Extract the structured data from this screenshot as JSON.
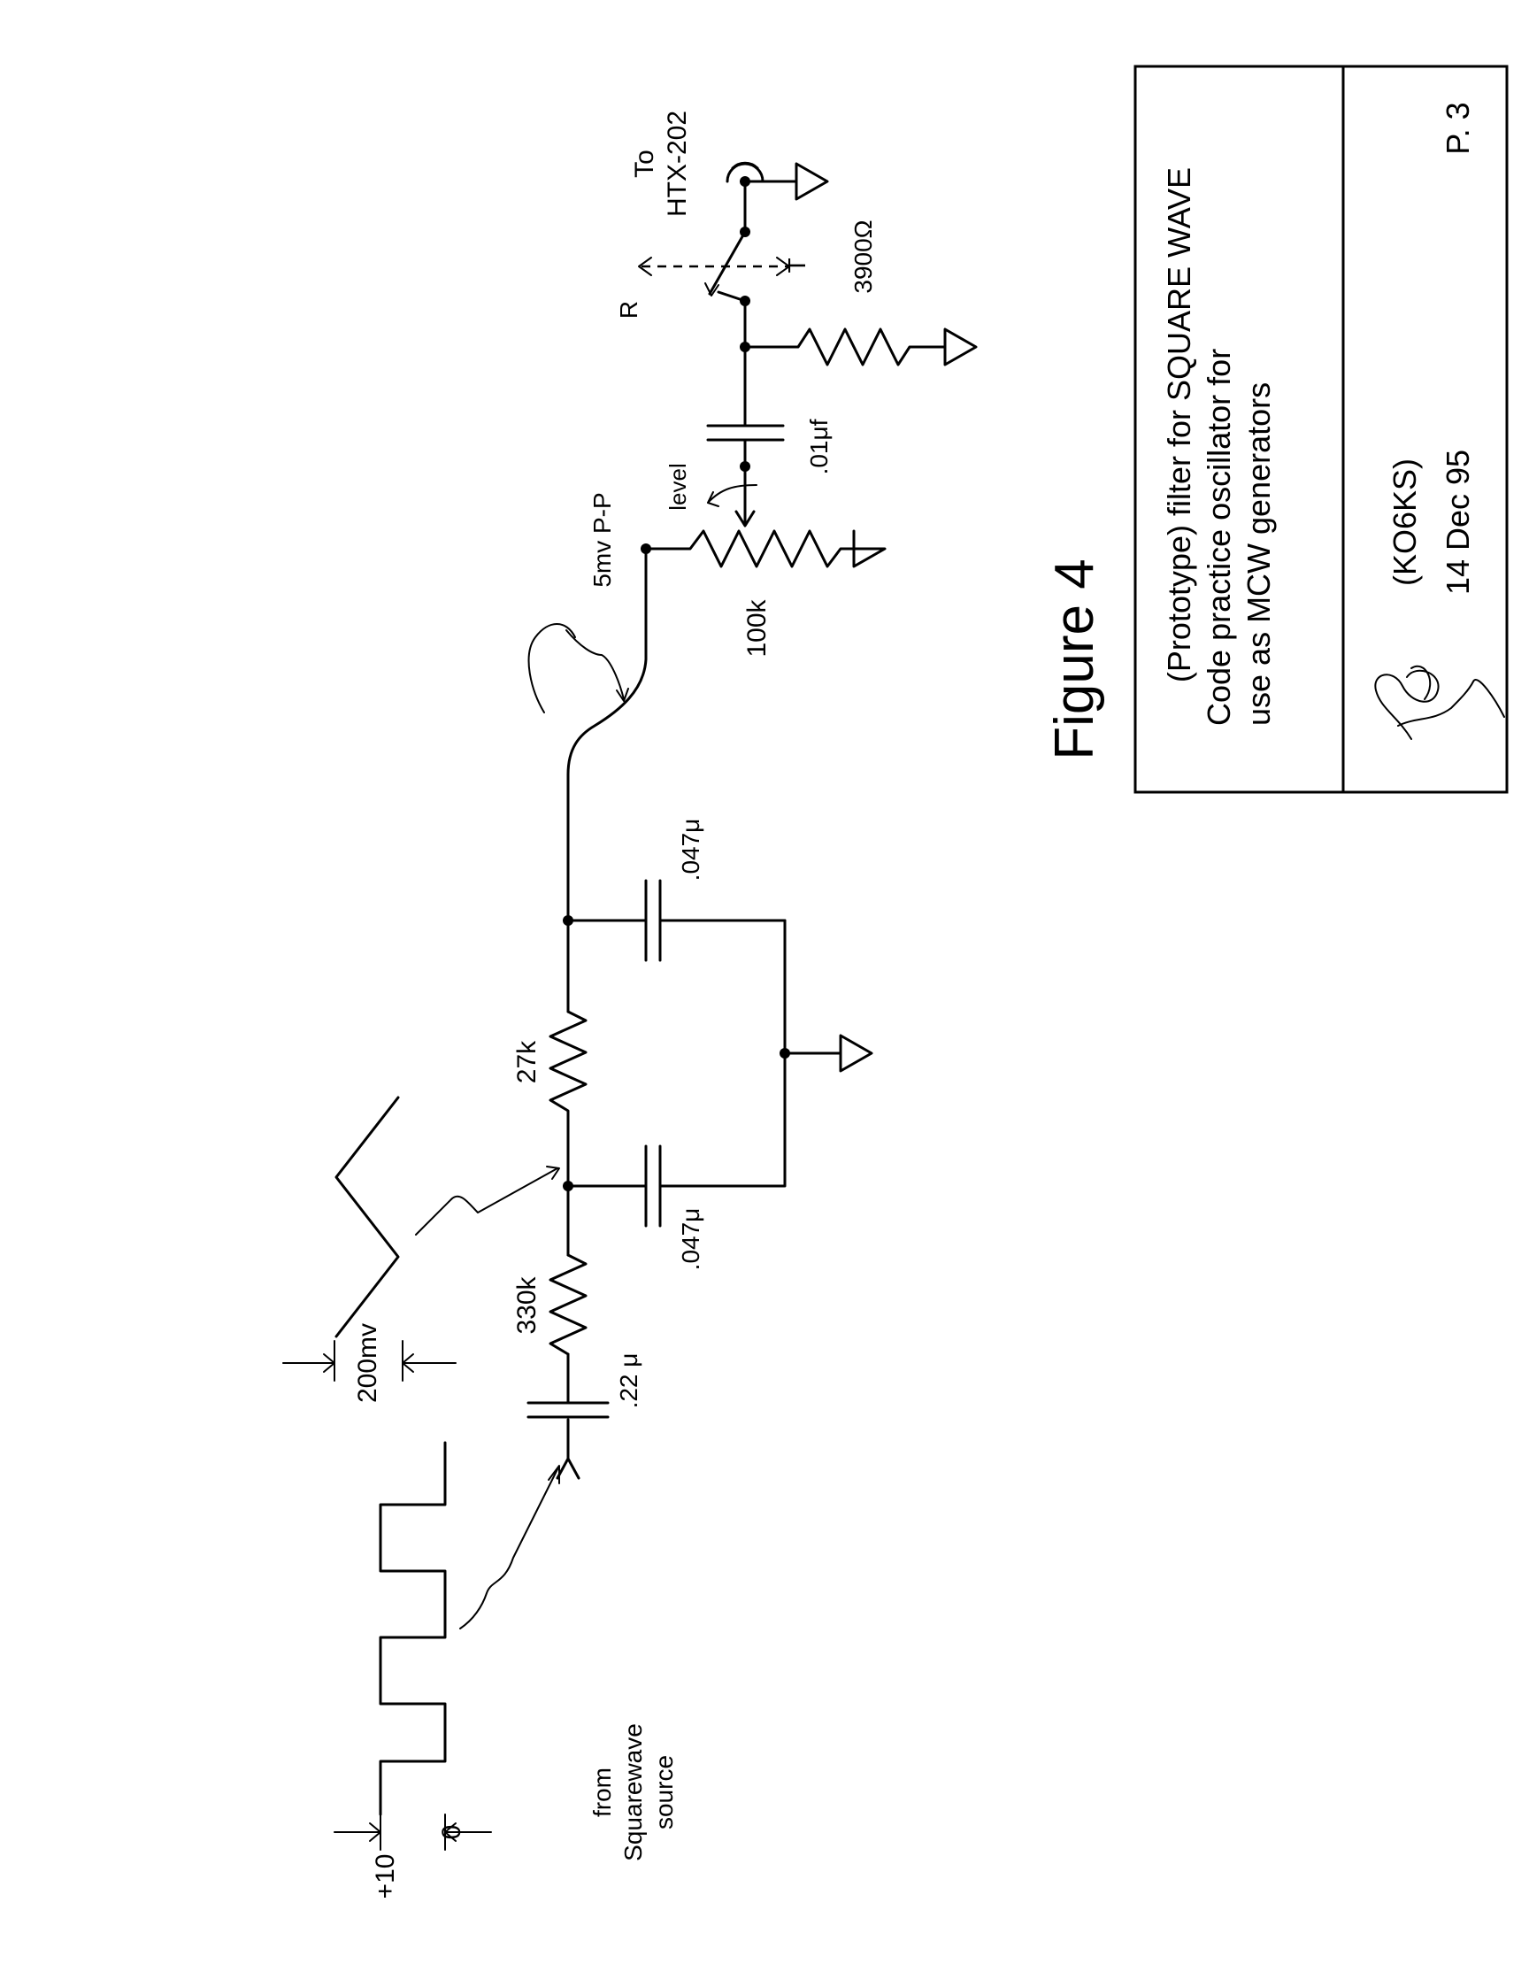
{
  "labels": {
    "plus10": "+10",
    "zero": "0",
    "source_line1": "from",
    "source_line2": "Squarewave",
    "source_line3": "source",
    "amp_200mv": "200mv",
    "cap_022": ".22 μ",
    "res_330k": "330k",
    "cap_047_a": ".047μ",
    "res_27k": "27k",
    "cap_047_b": ".047μ",
    "amp_5mv": "5mv P-P",
    "pot_100k": "100k",
    "pot_level": "level",
    "cap_01": ".01μf",
    "res_3900": "3900Ω",
    "switch_r": "R",
    "switch_t": "T",
    "to_line1": "To",
    "to_line2": "HTX-202"
  },
  "figure_title": "Figure 4",
  "title_block": {
    "line1": "(Prototype) filter for SQUARE WAVE",
    "line2": "Code practice oscillator for",
    "line3": "use as MCW generators",
    "callsign": "(KO6KS)",
    "date": "14 Dec 95",
    "page": "P. 3"
  }
}
